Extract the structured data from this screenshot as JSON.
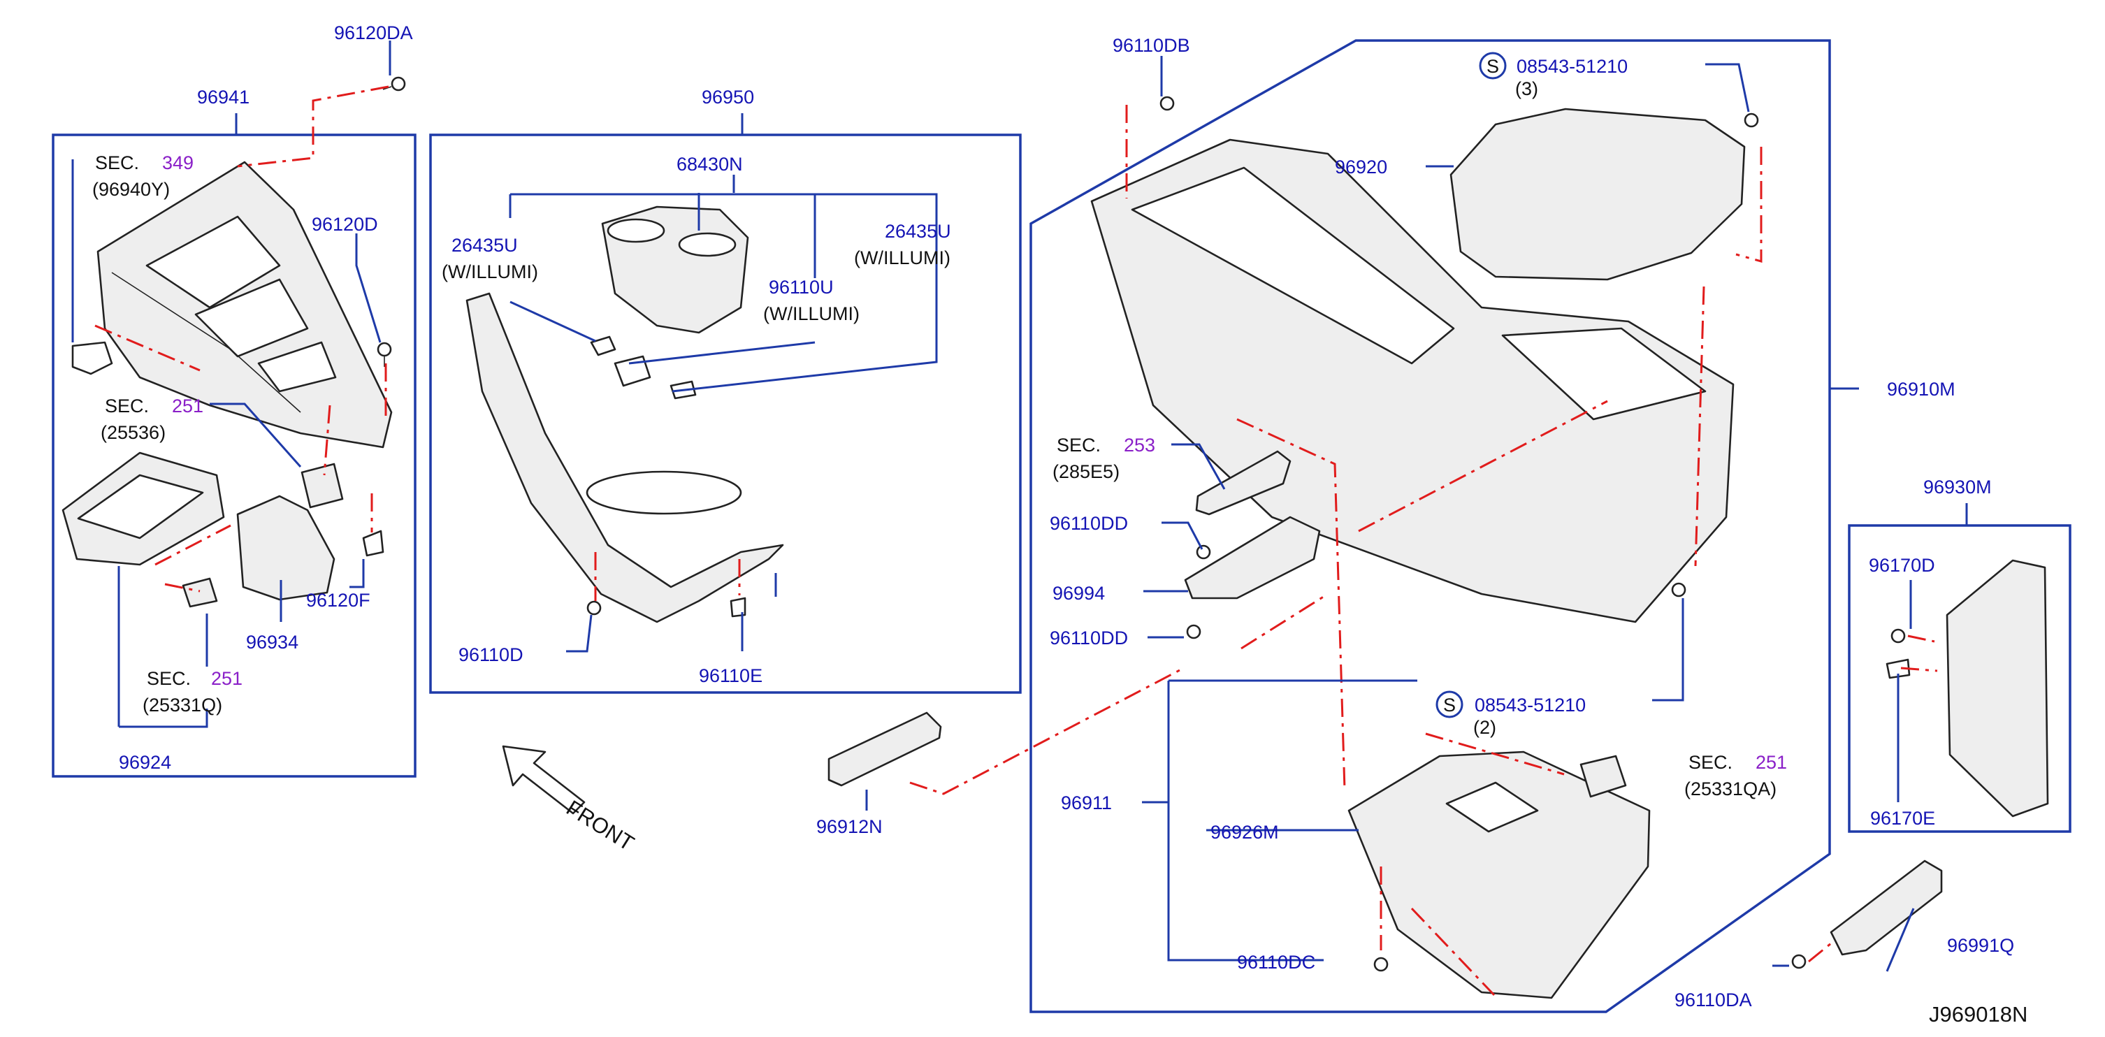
{
  "diagram_id": "J969018N",
  "front_label": "FRONT",
  "labels": {
    "p96120DA": "96120DA",
    "p96941": "96941",
    "sec349": {
      "sec": "SEC.",
      "num": "349",
      "sub": "(96940Y)"
    },
    "p96120D": "96120D",
    "sec251_a": {
      "sec": "SEC.",
      "num": "251",
      "sub": "(25536)"
    },
    "p96934": "96934",
    "p96120F": "96120F",
    "sec251_b": {
      "sec": "SEC.",
      "num": "251",
      "sub": "(25331Q)"
    },
    "p96924": "96924",
    "p96950": "96950",
    "p68430N": "68430N",
    "p26435U_left": {
      "code": "26435U",
      "note": "(W/ILLUMI)"
    },
    "p26435U_right": {
      "code": "26435U",
      "note": "(W/ILLUMI)"
    },
    "p96110U": {
      "code": "96110U",
      "note": "(W/ILLUMI)"
    },
    "p96110D": "96110D",
    "p96110E": "96110E",
    "p96912N": "96912N",
    "p96110DB": "96110DB",
    "screw_top": {
      "symbol": "S",
      "code": "08543-51210",
      "qty": "(3)"
    },
    "p96920": "96920",
    "p96910M": "96910M",
    "sec253": {
      "sec": "SEC.",
      "num": "253",
      "sub": "(285E5)"
    },
    "p96110DD_a": "96110DD",
    "p96994": "96994",
    "p96110DD_b": "96110DD",
    "screw_mid": {
      "symbol": "S",
      "code": "08543-51210",
      "qty": "(2)"
    },
    "sec251_c": {
      "sec": "SEC.",
      "num": "251",
      "sub": "(25331QA)"
    },
    "p96911": "96911",
    "p96926M": "96926M",
    "p96110DC": "96110DC",
    "p96991Q": "96991Q",
    "p96110DA": "96110DA",
    "p96930M": "96930M",
    "p96170D": "96170D",
    "p96170E": "96170E"
  },
  "colors": {
    "label_blue": "#1414b4",
    "section_purple": "#8a1fc8",
    "leader_blue": "#1e3aa8",
    "dash_red": "#e11c1c",
    "outline": "#222222"
  }
}
